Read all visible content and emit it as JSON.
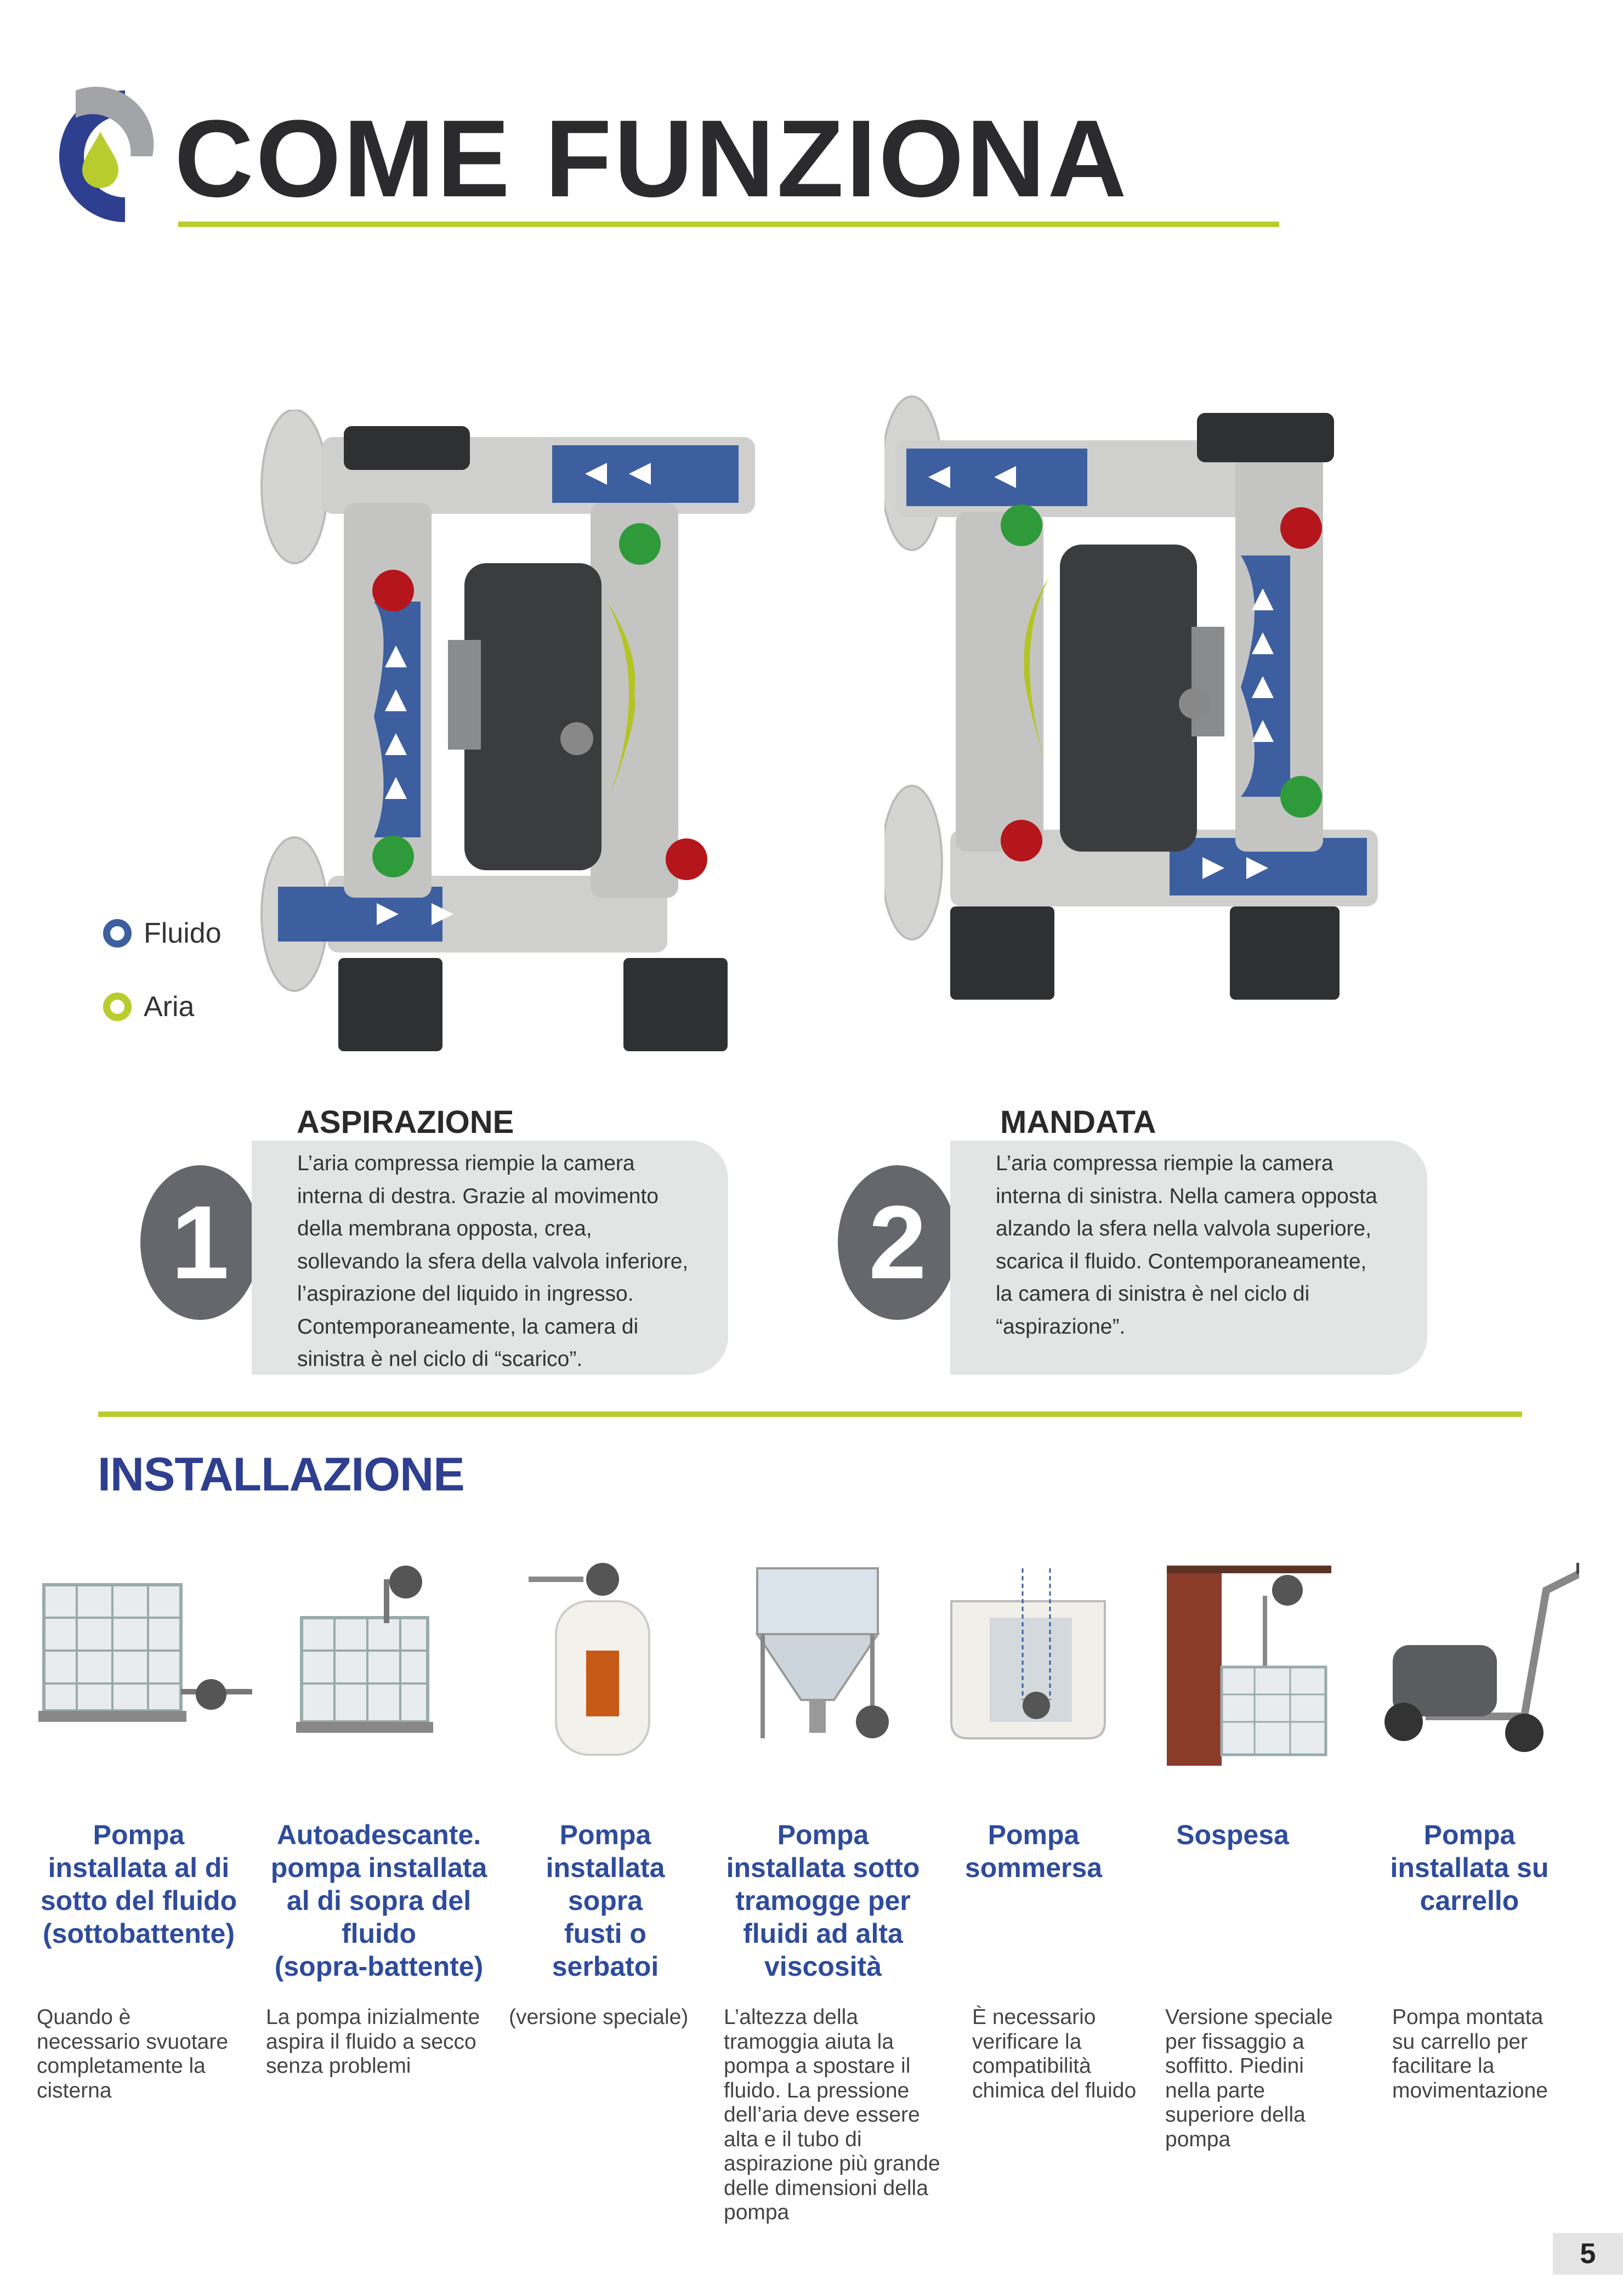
{
  "header": {
    "title": "COME FUNZIONA"
  },
  "colors": {
    "accent_green": "#b8cd2d",
    "brand_blue": "#2e3f8f",
    "fluid_blue": "#3d5fa0",
    "step_gray": "#66676c"
  },
  "legend": [
    {
      "label": "Fluido",
      "color": "#3d5fa0"
    },
    {
      "label": "Aria",
      "color": "#b8cd2d"
    }
  ],
  "steps": [
    {
      "number": "1",
      "title": "ASPIRAZIONE",
      "lines": [
        "L’aria compressa riempie la camera",
        "interna di destra. Grazie al movimento",
        "della membrana opposta, crea,",
        "sollevando la sfera della valvola inferiore,",
        "l’aspirazione del liquido in ingresso.",
        "Contemporaneamente, la camera di",
        "sinistra è nel ciclo di “scarico”."
      ]
    },
    {
      "number": "2",
      "title": "MANDATA",
      "lines": [
        "L’aria compressa riempie la camera",
        "interna di sinistra. Nella camera opposta",
        "alzando la sfera nella valvola superiore,",
        "scarica il fluido. Contemporaneamente,",
        "la camera di sinistra è nel ciclo di",
        "“aspirazione”."
      ]
    }
  ],
  "installation": {
    "title": "INSTALLAZIONE",
    "items": [
      {
        "caption": [
          "Pompa",
          "installata al di",
          "sotto del fluido",
          "(sottobattente)"
        ],
        "desc": [
          "Quando è",
          "necessario svuotare",
          "completamente la",
          "cisterna"
        ]
      },
      {
        "caption": [
          "Autoadescante.",
          "pompa installata",
          "al di sopra del",
          "fluido",
          "(sopra-battente)"
        ],
        "desc": [
          "La pompa inizialmente",
          "aspira il fluido a secco",
          "senza problemi"
        ]
      },
      {
        "caption": [
          "Pompa",
          "installata",
          "sopra",
          "fusti o",
          "serbatoi"
        ],
        "desc": [
          "(versione speciale)"
        ]
      },
      {
        "caption": [
          "Pompa",
          "installata sotto",
          "tramogge per",
          "fluidi ad alta",
          "viscosità"
        ],
        "desc": [
          "L’altezza della",
          "tramoggia aiuta la",
          "pompa a spostare il",
          "fluido. La pressione",
          "dell’aria deve essere",
          "alta e il tubo di",
          "aspirazione più grande",
          "delle dimensioni della",
          "pompa"
        ]
      },
      {
        "caption": [
          "Pompa",
          "sommersa"
        ],
        "desc": [
          "È necessario",
          "verificare la",
          "compatibilità",
          "chimica del fluido"
        ]
      },
      {
        "caption": [
          "Sospesa"
        ],
        "desc": [
          "Versione speciale",
          "per fissaggio a",
          "soffitto. Piedini",
          "nella parte",
          "superiore della",
          "pompa"
        ]
      },
      {
        "caption": [
          "Pompa",
          "installata su",
          "carrello"
        ],
        "desc": [
          "Pompa montata",
          "su carrello per",
          "facilitare la",
          "movimentazione"
        ]
      }
    ]
  },
  "page_number": "5"
}
